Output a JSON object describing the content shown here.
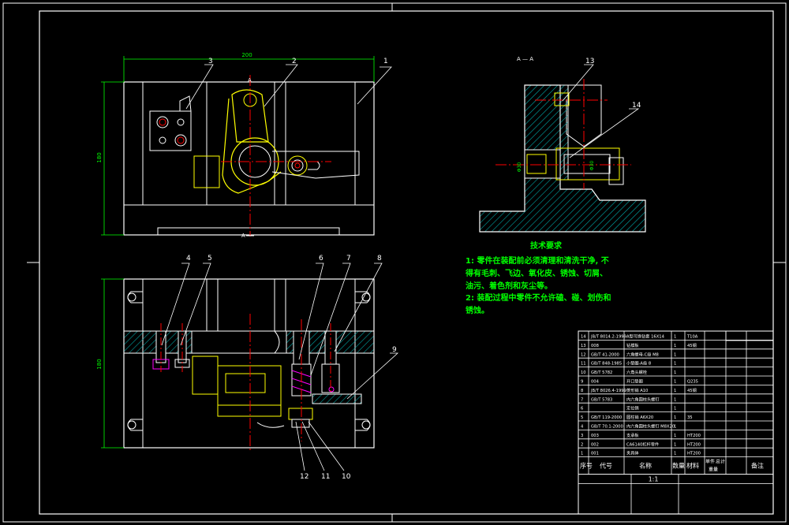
{
  "view_labels": {
    "section_top": "A — A",
    "section_marker": "A"
  },
  "dimensions": {
    "width_top": "200",
    "height_left": "180",
    "height_bottom": "180",
    "pin_dia": "Φ30"
  },
  "balloons": [
    "1",
    "2",
    "3",
    "4",
    "5",
    "6",
    "7",
    "8",
    "9",
    "10",
    "11",
    "12",
    "13",
    "14"
  ],
  "notes": {
    "title": "技术要求",
    "line1": "1: 零件在装配前必须清理和清洗干净, 不",
    "line2": "得有毛刺、飞边、氧化皮、锈蚀、切屑、",
    "line3": "油污、着色剂和灰尘等。",
    "line4": "2: 装配过程中零件不允许磕、碰、划伤和",
    "line5": "锈蚀。"
  },
  "bom": {
    "rows": [
      {
        "no": "14",
        "code": "JB/T 8014.2-1999",
        "name": "A型可换钻套 16X14",
        "qty": "1",
        "mat": "T10A",
        "note": ""
      },
      {
        "no": "13",
        "code": "008",
        "name": "钻模板",
        "qty": "1",
        "mat": "45钢",
        "note": ""
      },
      {
        "no": "12",
        "code": "GB/T 41-2000",
        "name": "六角螺母-C级 M8",
        "qty": "1",
        "mat": "",
        "note": ""
      },
      {
        "no": "11",
        "code": "GB/T 848-1985",
        "name": "小垫圈-A级 8",
        "qty": "1",
        "mat": "",
        "note": ""
      },
      {
        "no": "10",
        "code": "GB/T 5782",
        "name": "六角头螺栓",
        "qty": "1",
        "mat": "",
        "note": ""
      },
      {
        "no": "9",
        "code": "004",
        "name": "开口垫圈",
        "qty": "1",
        "mat": "Q235",
        "note": ""
      },
      {
        "no": "8",
        "code": "JB/T 8026.4-1999",
        "name": "菱形销 A10",
        "qty": "1",
        "mat": "45钢",
        "note": ""
      },
      {
        "no": "7",
        "code": "GB/T 5783",
        "name": "内六角圆柱头螺钉",
        "qty": "1",
        "mat": "",
        "note": ""
      },
      {
        "no": "6",
        "code": "",
        "name": "定位销",
        "qty": "1",
        "mat": "",
        "note": ""
      },
      {
        "no": "5",
        "code": "GB/T 119-2000",
        "name": "圆柱销 A6X20",
        "qty": "1",
        "mat": "35",
        "note": ""
      },
      {
        "no": "4",
        "code": "GB/T 70.1-2000",
        "name": "内六角圆柱头螺钉 M8X20",
        "qty": "1",
        "mat": "",
        "note": ""
      },
      {
        "no": "3",
        "code": "003",
        "name": "支承板",
        "qty": "1",
        "mat": "HT200",
        "note": ""
      },
      {
        "no": "2",
        "code": "002",
        "name": "CA6140杠杆零件",
        "qty": "1",
        "mat": "HT200",
        "note": ""
      },
      {
        "no": "1",
        "code": "001",
        "name": "夹具体",
        "qty": "1",
        "mat": "HT200",
        "note": ""
      }
    ],
    "header": {
      "no": "序号",
      "code": "代号",
      "name": "名称",
      "qty": "数量",
      "mat": "材料",
      "single": "单件",
      "total": "总计",
      "weight": "重量",
      "note": "备注"
    },
    "scale": "1:1"
  },
  "colors": {
    "bg": "#000000",
    "white": "#ffffff",
    "yellow": "#ffff00",
    "green": "#00ff00",
    "cyan": "#00ffff",
    "red": "#ff0000",
    "magenta": "#ff00ff",
    "hatch": "#00a8a8"
  }
}
